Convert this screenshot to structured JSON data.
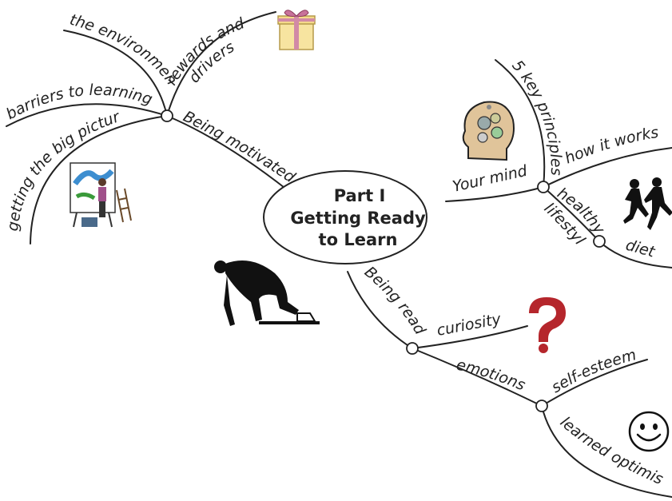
{
  "center": {
    "line1": "Part I",
    "line2": "Getting Ready",
    "line3": "to Learn"
  },
  "branches": {
    "motivated": {
      "label": "Being motivated",
      "children": {
        "environment": "the environment",
        "rewards": "rewards and",
        "drivers": "drivers",
        "barriers": "barriers to learning",
        "big_picture": "getting the big picture"
      }
    },
    "mind": {
      "label": "Your mind",
      "children": {
        "principles": "5 key principles",
        "how": "how it works",
        "healthy": "healthy",
        "lifestyle": "lifestyle",
        "diet": "diet"
      }
    },
    "ready": {
      "label": "Being ready",
      "children": {
        "curiosity": "curiosity",
        "emotions": "emotions",
        "self_esteem": "self-esteem",
        "optimism": "learned optimism"
      }
    }
  },
  "icons": [
    "gift-icon",
    "painter-icon",
    "head-gears-icon",
    "runners-icon",
    "sprinter-icon",
    "question-mark-icon",
    "smiley-icon"
  ]
}
